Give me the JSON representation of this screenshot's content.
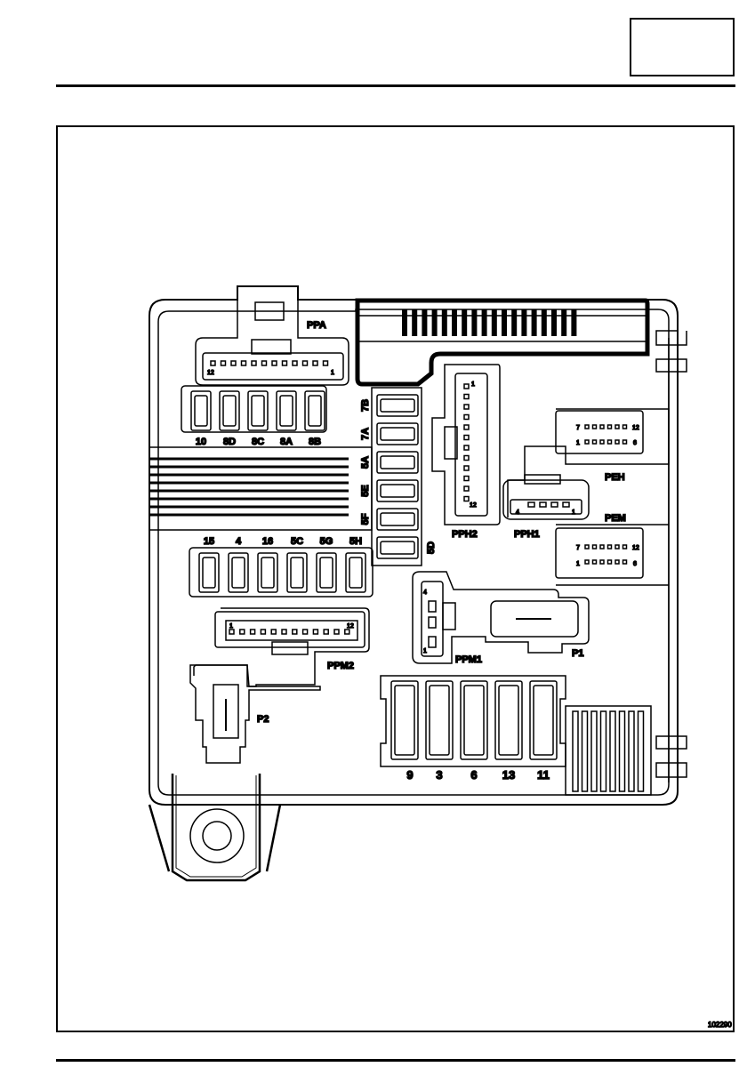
{
  "figure_ref": "102290",
  "connectors": {
    "ppa": "PPA",
    "ppa_pin_12": "12",
    "ppa_pin_1": "1",
    "pph2": "PPH2",
    "pph2_pin_1": "1",
    "pph2_pin_12": "12",
    "pph1": "PPH1",
    "pph1_pin_4": "4",
    "pph1_pin_1": "1",
    "peh": "PEH",
    "pem": "PEM",
    "ppm1": "PPM1",
    "ppm1_pin_4": "4",
    "ppm1_pin_1": "1",
    "ppm2": "PPM2",
    "ppm2_pin_1": "1",
    "ppm2_pin_12": "12",
    "p1": "P1",
    "p2": "P2"
  },
  "peh_pins": {
    "top_left": "7",
    "top_right": "12",
    "bottom_left": "1",
    "bottom_right": "6"
  },
  "pem_pins": {
    "top_left": "7",
    "top_right": "12",
    "bottom_left": "1",
    "bottom_right": "6"
  },
  "fuses_top_row": [
    "10",
    "8D",
    "8C",
    "8A",
    "8B"
  ],
  "fuses_vertical": [
    "7B",
    "7A",
    "5A",
    "5E",
    "5F",
    "5D"
  ],
  "fuses_middle_row": [
    "15",
    "4",
    "16",
    "5C",
    "5G",
    "5H"
  ],
  "fuses_maxi_row": [
    "9",
    "3",
    "6",
    "13",
    "11"
  ]
}
